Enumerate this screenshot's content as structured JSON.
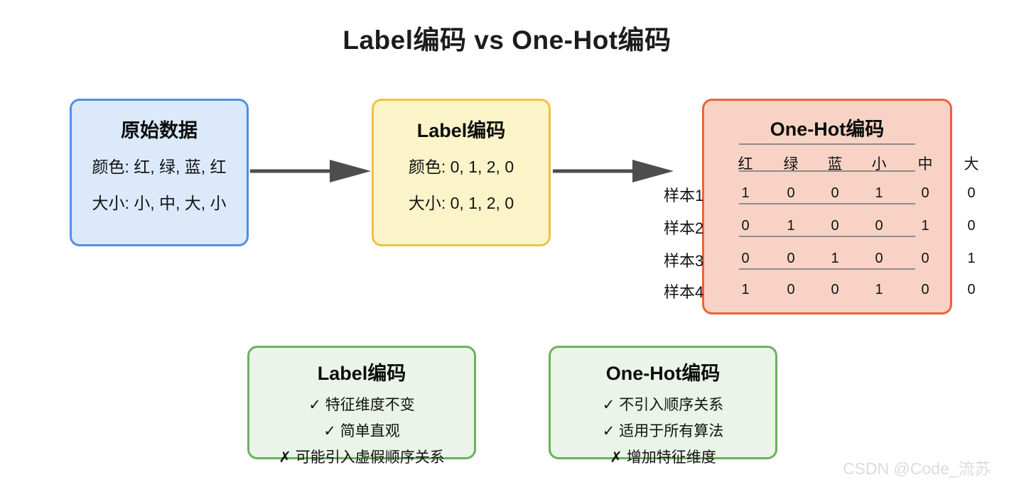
{
  "title": "Label编码 vs One-Hot编码",
  "flow": {
    "source_box": {
      "title": "原始数据",
      "line1": "颜色: 红, 绿, 蓝, 红",
      "line2": "大小: 小, 中, 大, 小",
      "fill": "#dbe9fb",
      "border": "#4f90e2"
    },
    "label_box": {
      "title": "Label编码",
      "line1": "颜色: 0, 1, 2, 0",
      "line2": "大小: 0, 1, 2, 0",
      "fill": "#fcf4c9",
      "border": "#f0c143"
    },
    "onehot_box": {
      "title": "One-Hot编码",
      "fill": "#f8d3c5",
      "border": "#e9643b"
    },
    "arrow_1_label": "arrow-right",
    "arrow_2_label": "arrow-right"
  },
  "onehot_table": {
    "columns": [
      "红",
      "绿",
      "蓝",
      "小",
      "中",
      "大"
    ],
    "row_labels": [
      "样本1",
      "样本2",
      "样本3",
      "样本4"
    ],
    "rows": [
      [
        "1",
        "0",
        "0",
        "1",
        "0",
        "0"
      ],
      [
        "0",
        "1",
        "0",
        "0",
        "1",
        "0"
      ],
      [
        "0",
        "0",
        "1",
        "0",
        "0",
        "1"
      ],
      [
        "1",
        "0",
        "0",
        "1",
        "0",
        "0"
      ]
    ]
  },
  "summary": {
    "label": {
      "title": "Label编码",
      "line1": "✓ 特征维度不变",
      "line2": "✓ 简单直观",
      "line3": "✗ 可能引入虚假顺序关系",
      "fill": "#eaf4e8",
      "border": "#6cb05f"
    },
    "onehot": {
      "title": "One-Hot编码",
      "line1": "✓ 不引入顺序关系",
      "line2": "✓ 适用于所有算法",
      "line3": "✗ 增加特征维度",
      "fill": "#eaf4e8",
      "border": "#6cb05f"
    }
  },
  "watermark": "CSDN @Code_流苏"
}
